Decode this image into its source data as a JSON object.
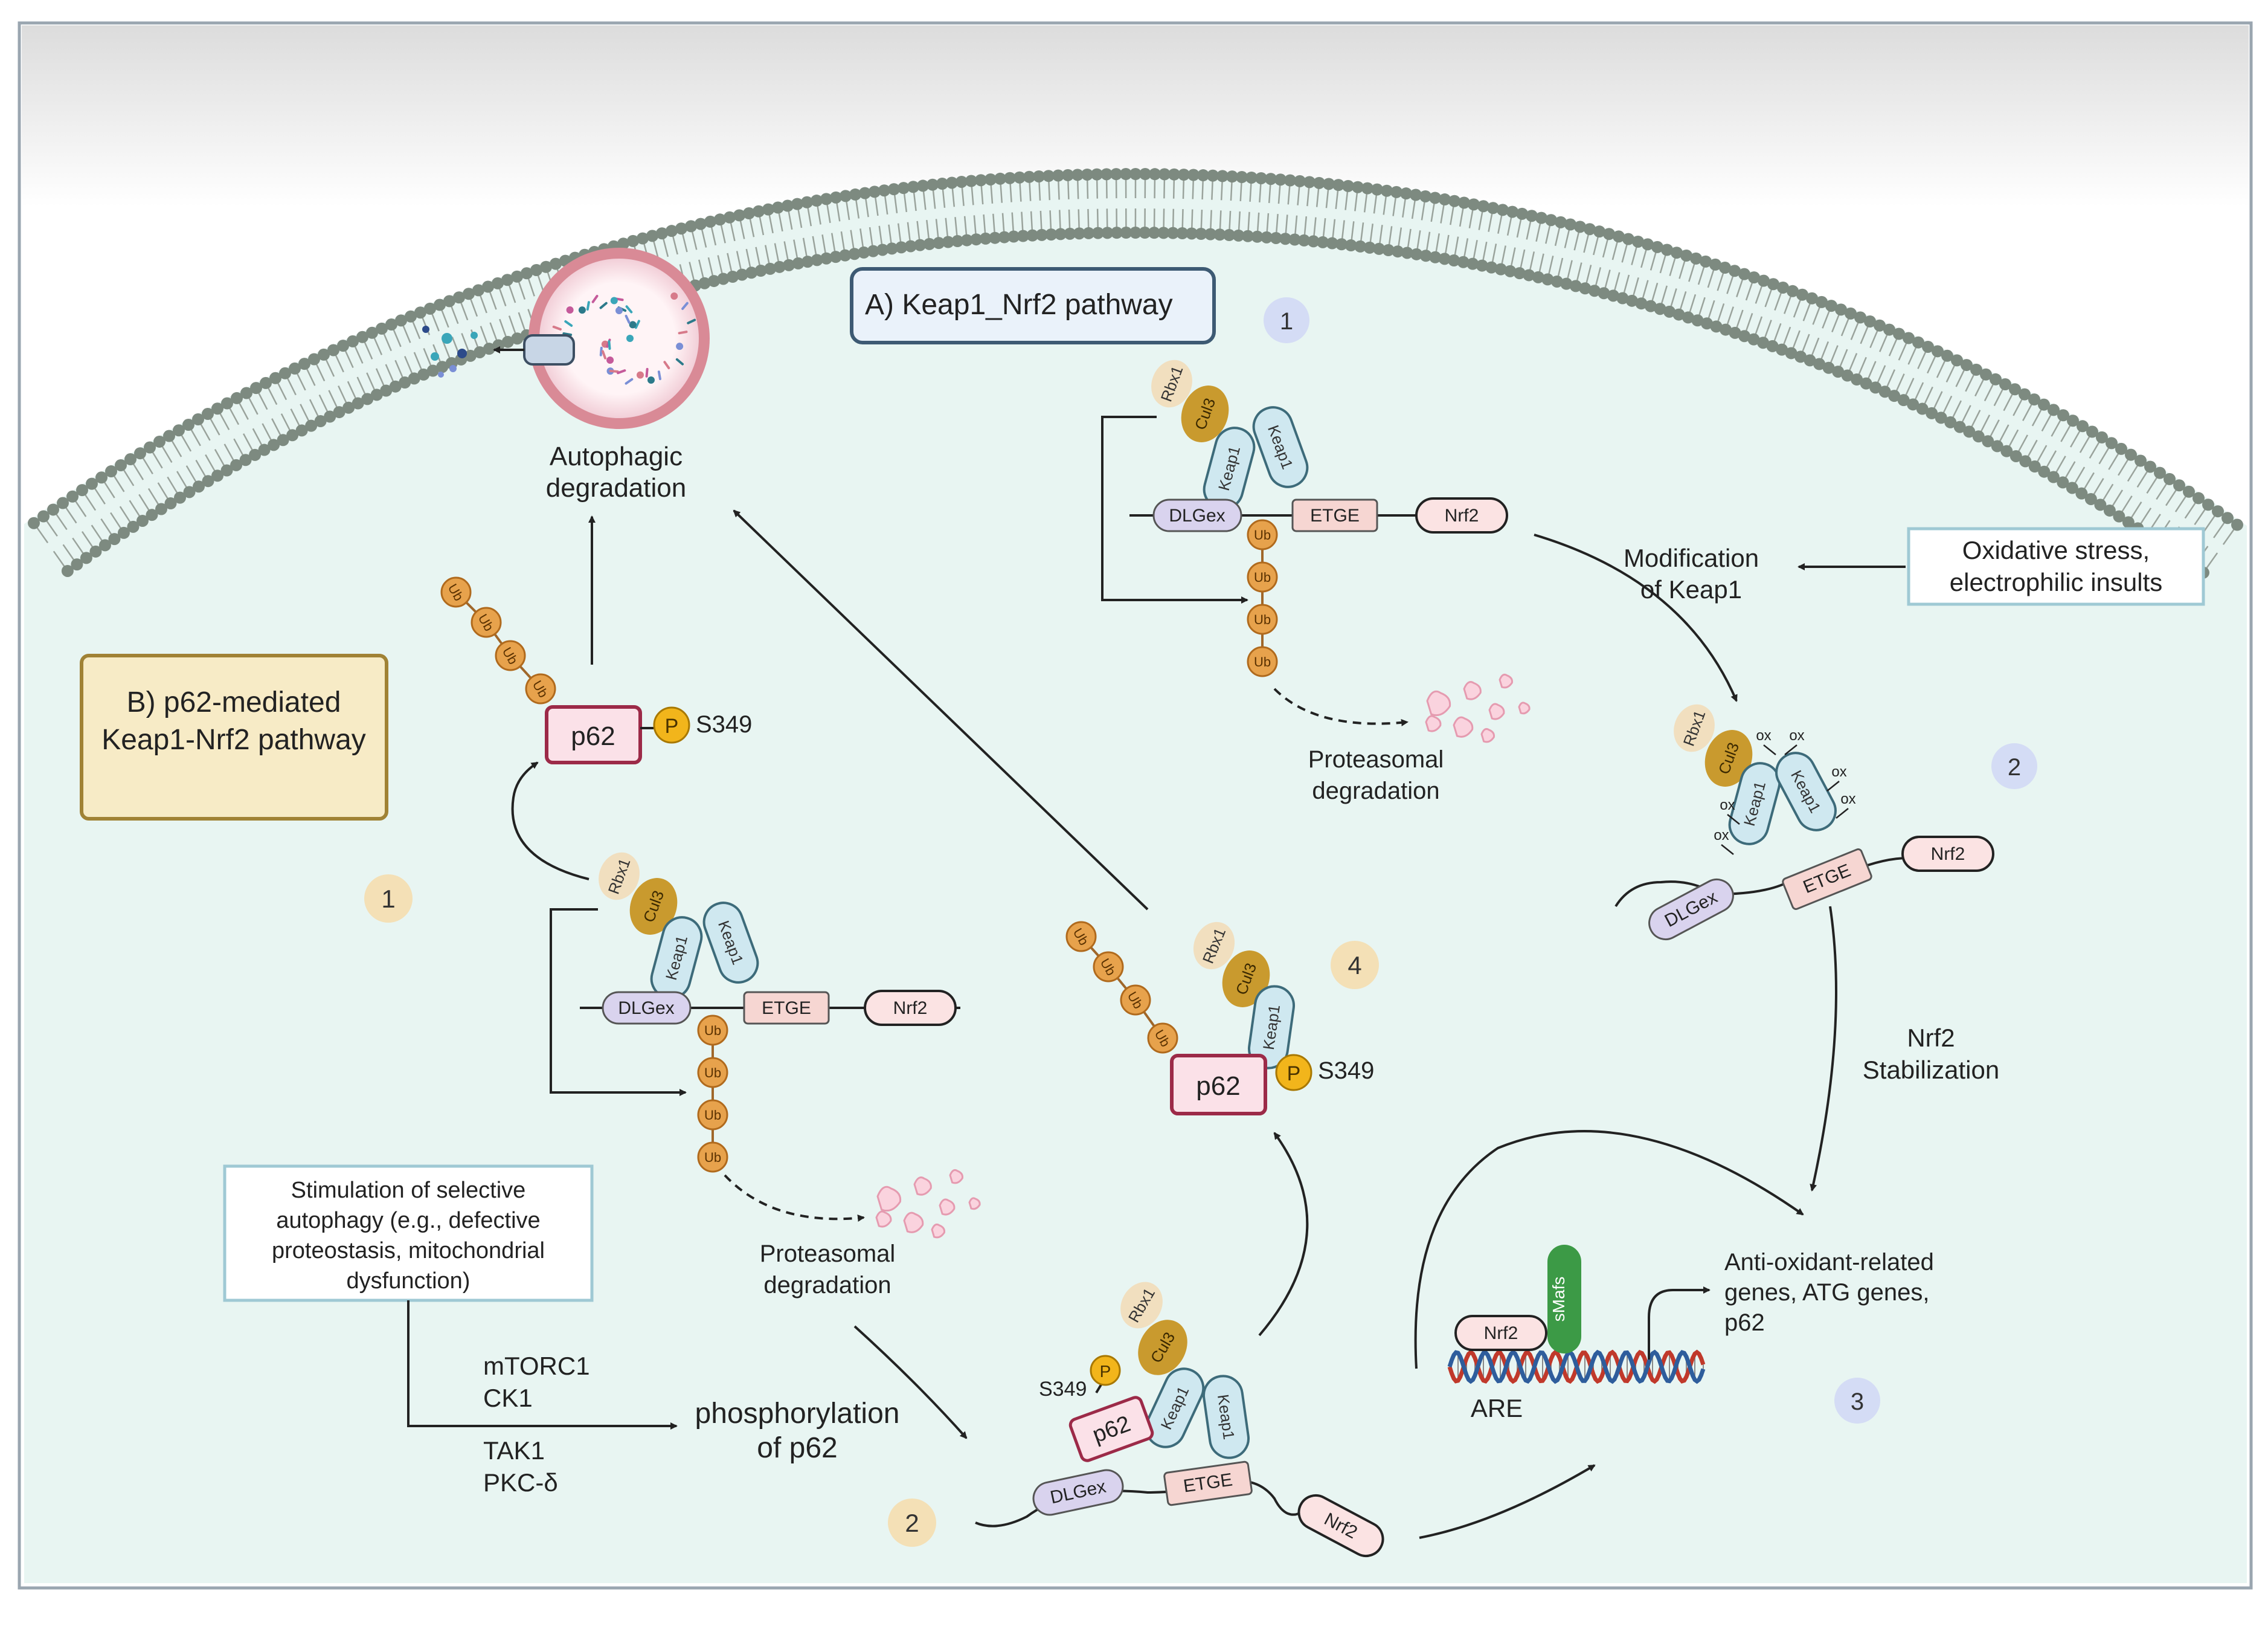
{
  "pathway_a": {
    "title": "A)  Keap1_Nrf2 pathway",
    "steps": [
      "1",
      "2",
      "3"
    ],
    "inducer": [
      "Oxidative stress,",
      "electrophilic insults"
    ],
    "modification": [
      "Modification",
      "of Keap1"
    ],
    "stabilization": [
      "Nrf2",
      "Stabilization"
    ],
    "proteasomal": [
      "Proteasomal",
      "degradation"
    ],
    "target_genes": [
      "Anti-oxidant-related",
      "genes, ATG genes,",
      "p62"
    ],
    "are_label": "ARE",
    "smafs_label": "sMafs",
    "ox_label": "ox"
  },
  "pathway_b": {
    "title": [
      "B) p62-mediated",
      "Keap1-Nrf2 pathway"
    ],
    "steps": [
      "1",
      "2",
      "4"
    ],
    "autophagic": [
      "Autophagic",
      "degradation"
    ],
    "proteasomal": [
      "Proteasomal",
      "degradation"
    ],
    "stimulus": [
      "Stimulation of selective",
      "autophagy (e.g., defective",
      "proteostasis, mitochondrial",
      "dysfunction)"
    ],
    "kinases_top": [
      "mTORC1",
      "CK1"
    ],
    "kinases_bottom": [
      "TAK1",
      "PKC-δ"
    ],
    "phosphorylation": [
      "phosphorylation",
      "of p62"
    ],
    "site": "S349"
  },
  "proteins": {
    "rbx1": "Rbx1",
    "cul3": "Cul3",
    "keap1": "Keap1",
    "dlgex": "DLGex",
    "etge": "ETGE",
    "nrf2": "Nrf2",
    "ub": "Ub",
    "p62": "p62",
    "phospho": "P"
  },
  "colors": {
    "cytoplasm": "#e8f5f2",
    "membrane_head": "#7d8a80",
    "rbx1": "#f1dfbf",
    "cul3": "#c99a2e",
    "keap1": "#cfe8f0",
    "dlgex": "#d9d3ee",
    "etge": "#f6d6d2",
    "nrf2": "#fbe3e3",
    "ub": "#e7a24c",
    "p62_fill": "#fbe1e8",
    "p62_stroke": "#9c2a48",
    "phospho": "#f2b51b",
    "step_a": "#d4dcf5",
    "step_b": "#f4e0b6",
    "box_b": "#f7ebc6",
    "box_b_stroke": "#a08235",
    "box_a_stroke": "#3d5a73",
    "dna_red": "#c0392b",
    "dna_blue": "#2e5d9c",
    "smafs": "#3c9a46"
  }
}
